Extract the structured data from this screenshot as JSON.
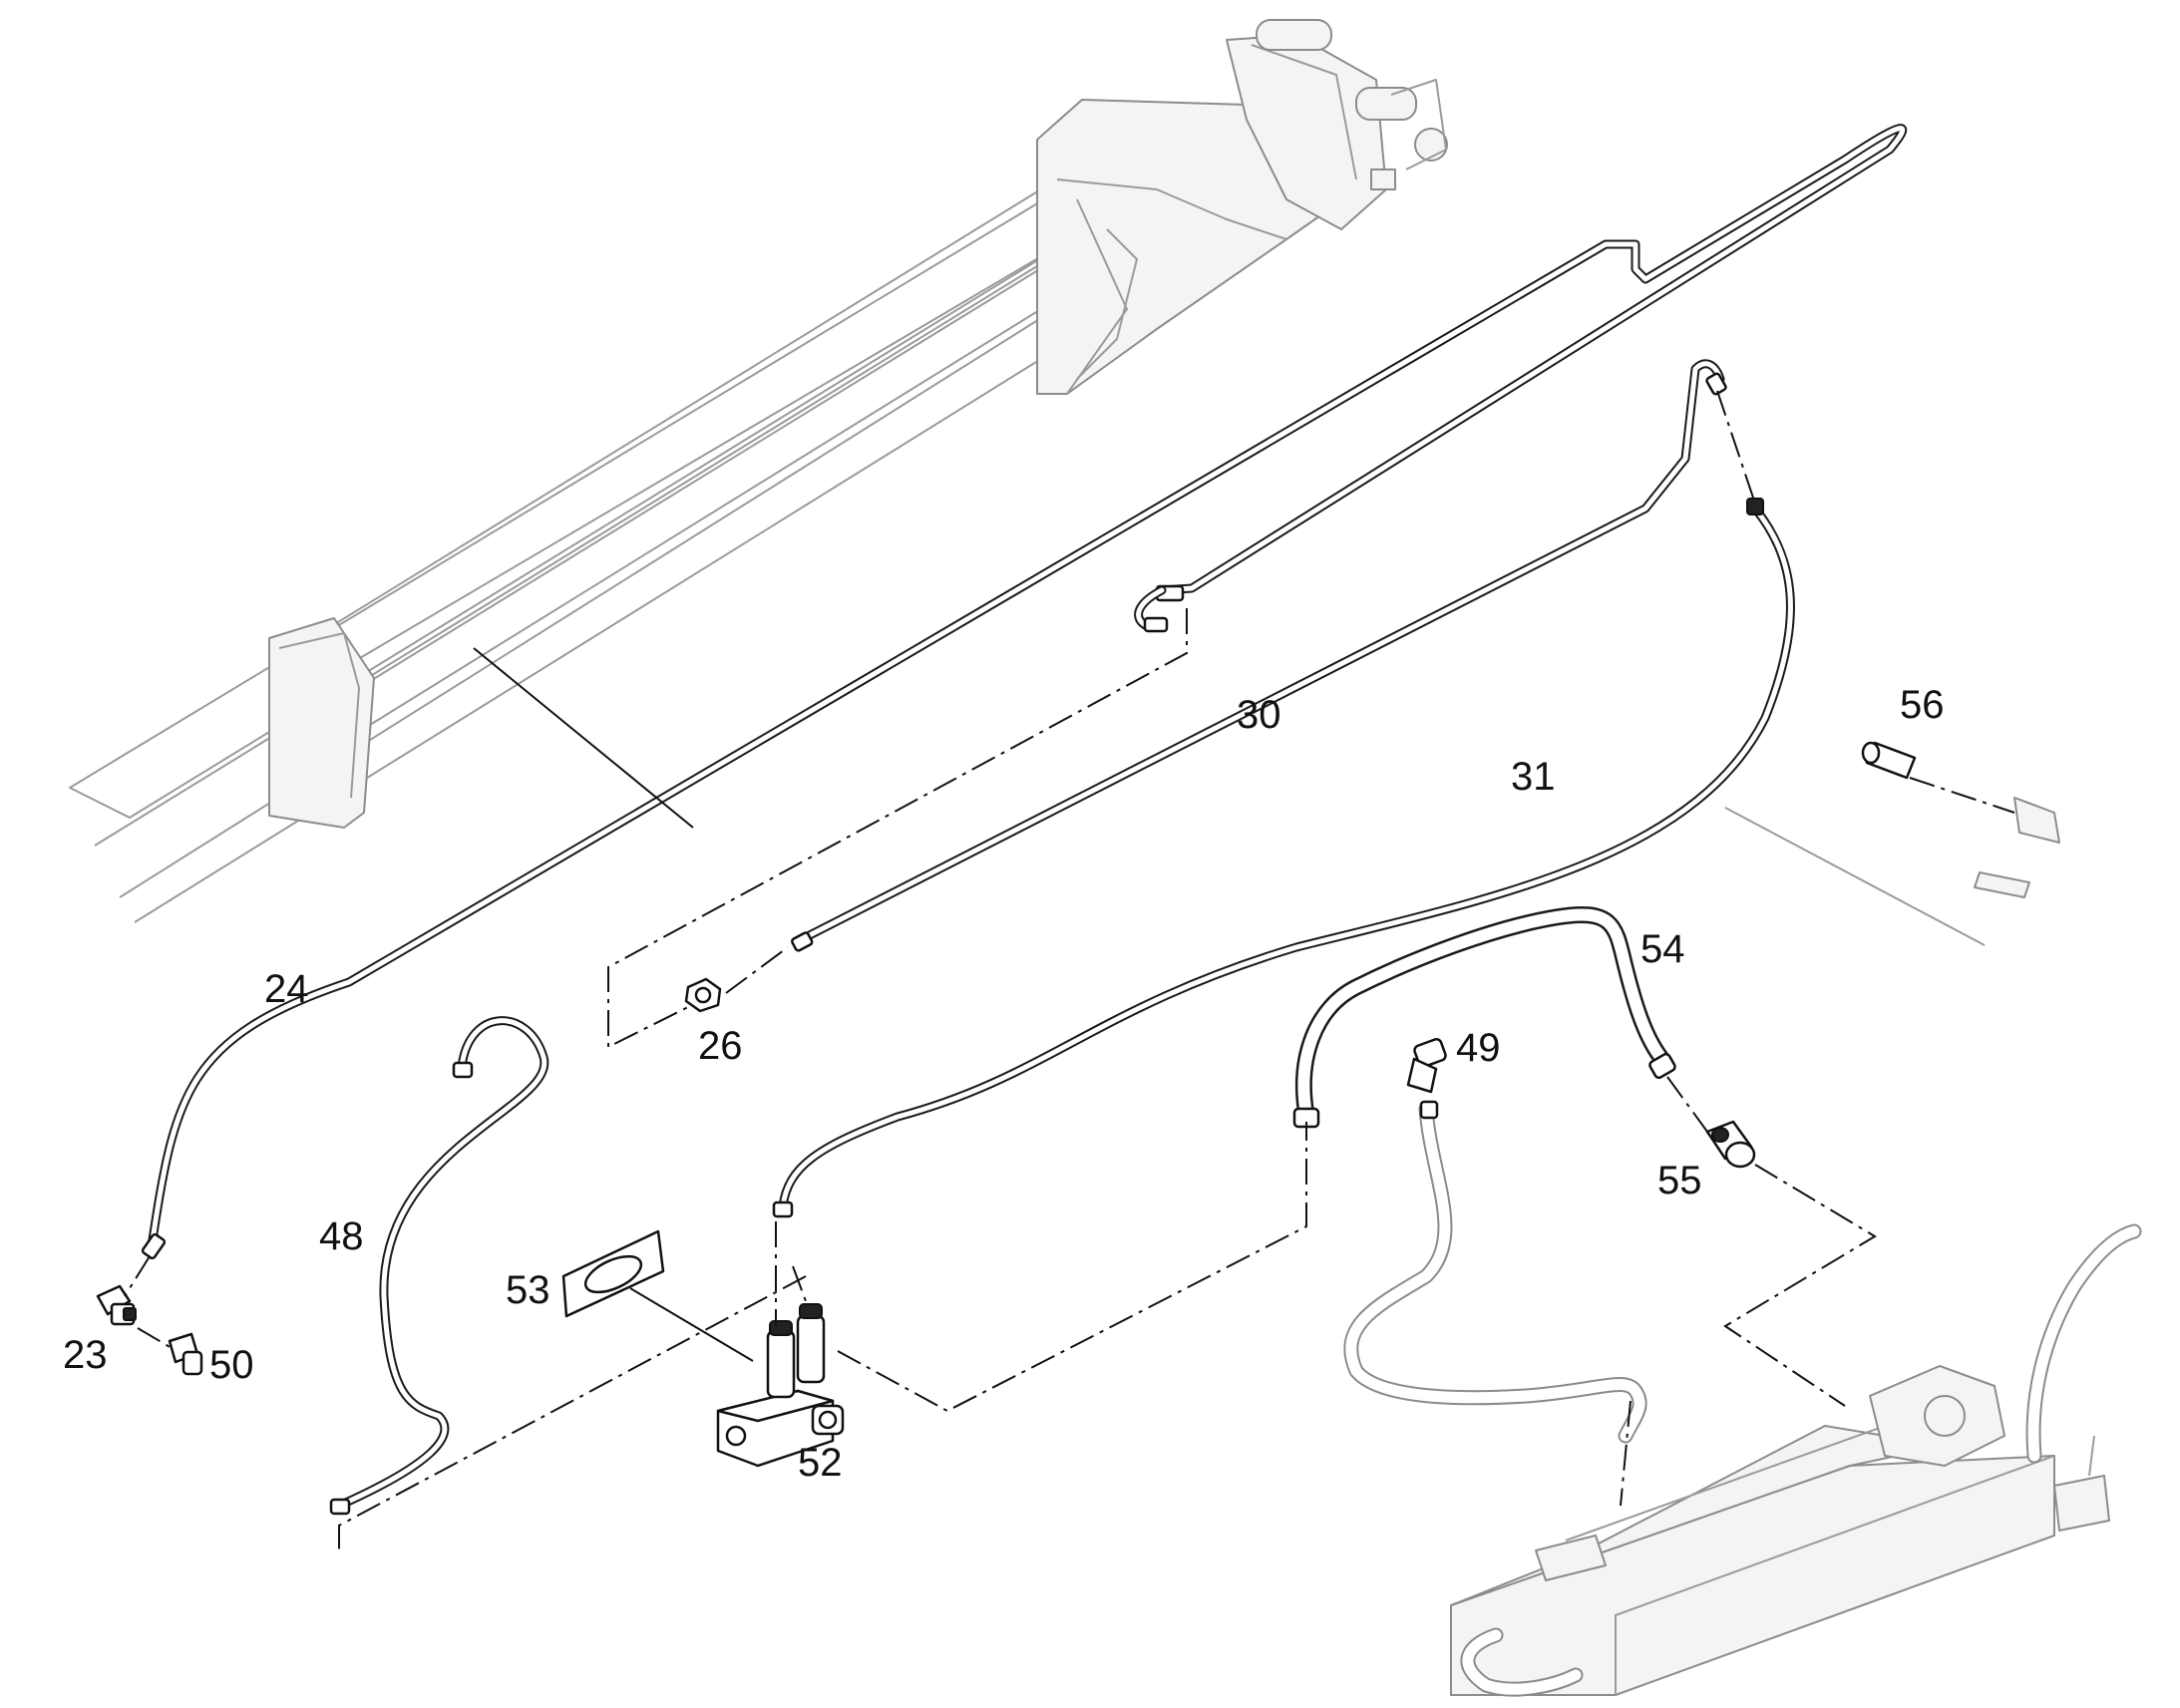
{
  "callouts": {
    "c23": "23",
    "c24": "24",
    "c26": "26",
    "c30": "30",
    "c31": "31",
    "c48": "48",
    "c49": "49",
    "c50": "50",
    "c52": "52",
    "c53": "53",
    "c54": "54",
    "c55": "55",
    "c56": "56"
  }
}
